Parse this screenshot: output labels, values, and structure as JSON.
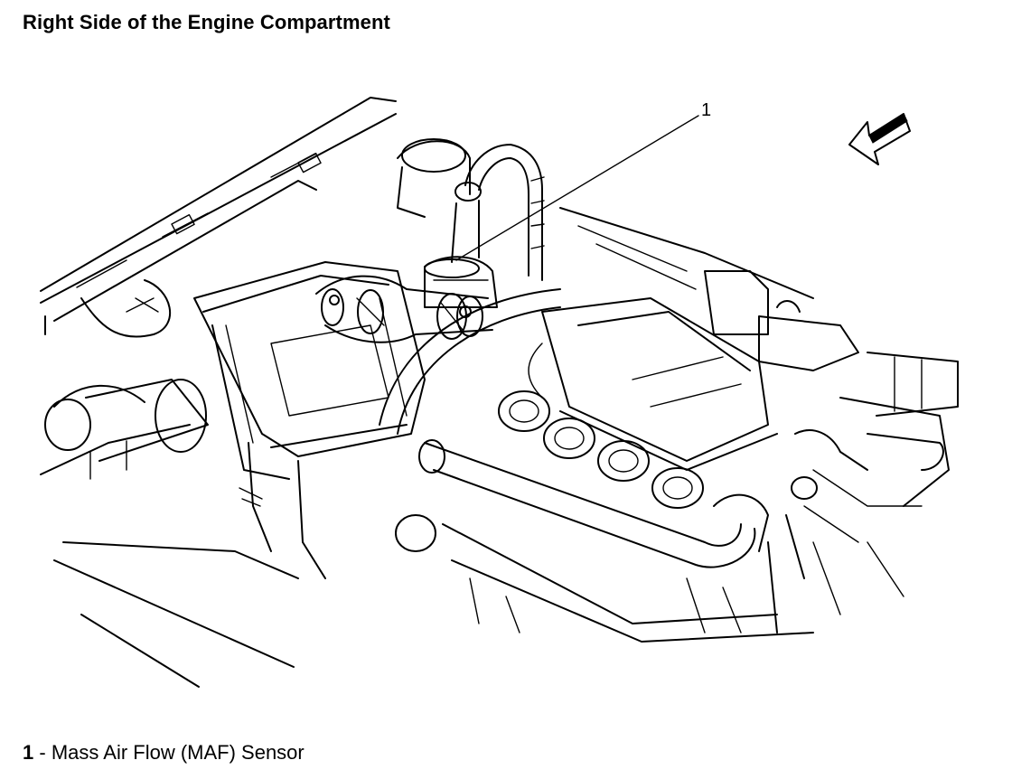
{
  "title": "Right Side of the Engine Compartment",
  "callouts": [
    {
      "number": "1",
      "label": "Mass Air Flow (MAF) Sensor"
    }
  ],
  "legend_separator": " - ",
  "icons": {
    "direction_arrow": "forward-arrow-icon"
  }
}
